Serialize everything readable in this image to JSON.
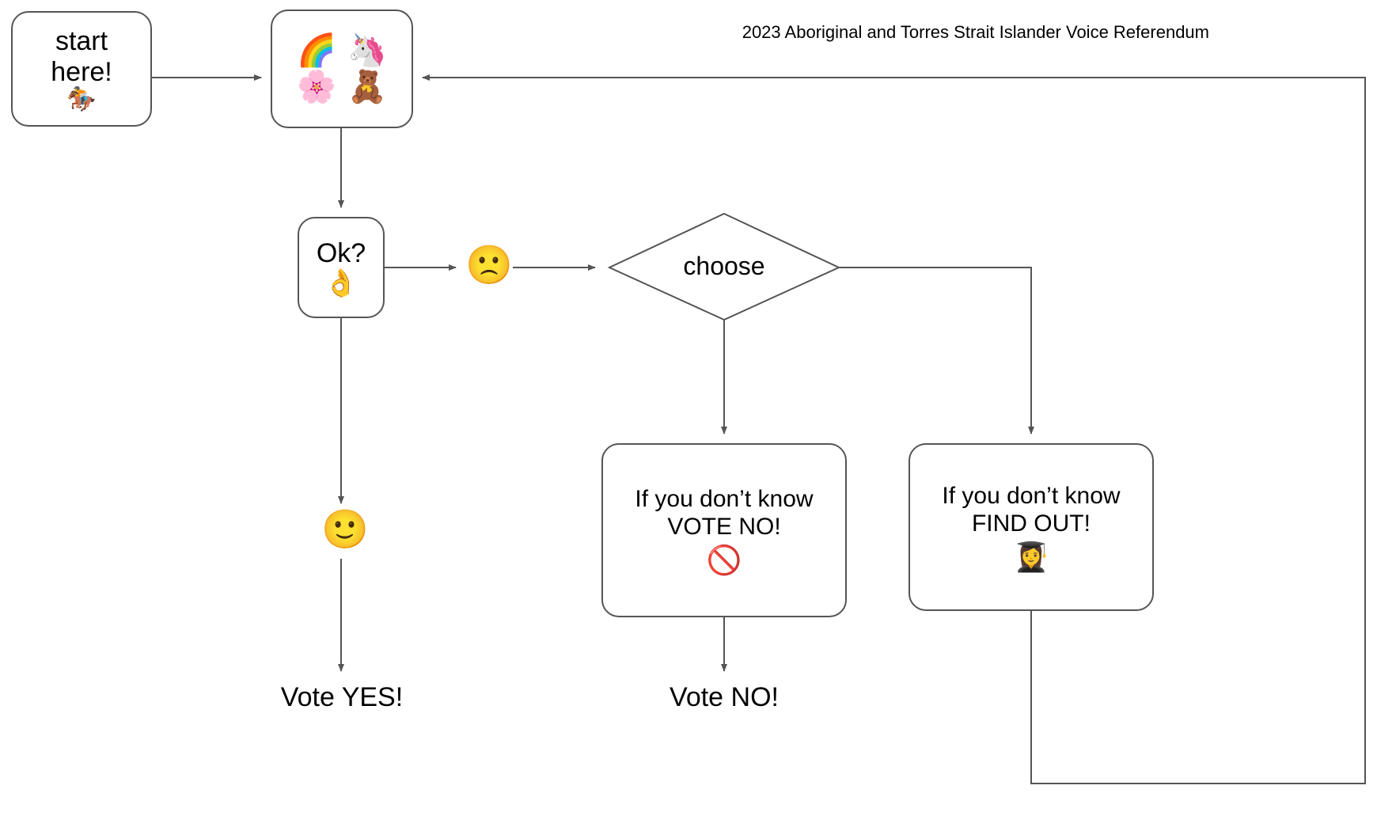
{
  "document": {
    "title": "2023 Aboriginal and Torres Strait Islander Voice Referendum",
    "type": "flowchart",
    "background_color": "#ffffff",
    "stroke_color": "#555555",
    "text_color": "#000000"
  },
  "nodes": {
    "start": {
      "id": "start",
      "shape": "rounded-rectangle",
      "text": "start\nhere!",
      "emoji": "🏇",
      "emoji_name": "horse-racing-emoji"
    },
    "happy_things": {
      "id": "happy-things",
      "shape": "rounded-rectangle",
      "text": "",
      "emojis": [
        {
          "glyph": "🌈",
          "name": "rainbow-emoji"
        },
        {
          "glyph": "🦄",
          "name": "unicorn-emoji"
        },
        {
          "glyph": "🌸",
          "name": "cherry-blossom-emoji"
        },
        {
          "glyph": "🧸",
          "name": "teddy-bear-emoji"
        }
      ]
    },
    "ok": {
      "id": "ok",
      "shape": "rounded-rectangle",
      "text": "Ok?",
      "emoji": "👌",
      "emoji_name": "ok-hand-emoji"
    },
    "frown": {
      "id": "frown",
      "shape": "emoji",
      "emoji": "🙁",
      "emoji_name": "frowning-face-emoji"
    },
    "smile": {
      "id": "smile",
      "shape": "emoji",
      "emoji": "🙂",
      "emoji_name": "slightly-smiling-face-emoji"
    },
    "choose": {
      "id": "choose",
      "shape": "diamond",
      "text": "choose"
    },
    "vote_no_box": {
      "id": "vote-no-box",
      "shape": "rounded-rectangle",
      "text": "If you don’t know\nVOTE NO!",
      "emoji": "🚫",
      "emoji_name": "prohibited-sign-emoji"
    },
    "find_out_box": {
      "id": "find-out-box",
      "shape": "rounded-rectangle",
      "text": "If you don’t know\nFIND OUT!",
      "emoji": "👩‍🎓",
      "emoji_name": "woman-student-graduate-emoji"
    },
    "vote_yes_end": {
      "id": "vote-yes-end",
      "shape": "text",
      "text": "Vote YES!"
    },
    "vote_no_end": {
      "id": "vote-no-end",
      "shape": "text",
      "text": "Vote NO!"
    }
  },
  "edges": [
    {
      "from": "start",
      "to": "happy_things",
      "label": ""
    },
    {
      "from": "happy_things",
      "to": "ok",
      "label": ""
    },
    {
      "from": "ok",
      "to": "frown",
      "label": ""
    },
    {
      "from": "frown",
      "to": "choose",
      "label": ""
    },
    {
      "from": "ok",
      "to": "smile",
      "label": ""
    },
    {
      "from": "smile",
      "to": "vote_yes_end",
      "label": ""
    },
    {
      "from": "choose",
      "to": "vote_no_box",
      "label": ""
    },
    {
      "from": "choose",
      "to": "find_out_box",
      "label": ""
    },
    {
      "from": "vote_no_box",
      "to": "vote_no_end",
      "label": ""
    },
    {
      "from": "find_out_box",
      "to": "happy_things",
      "label": ""
    }
  ]
}
